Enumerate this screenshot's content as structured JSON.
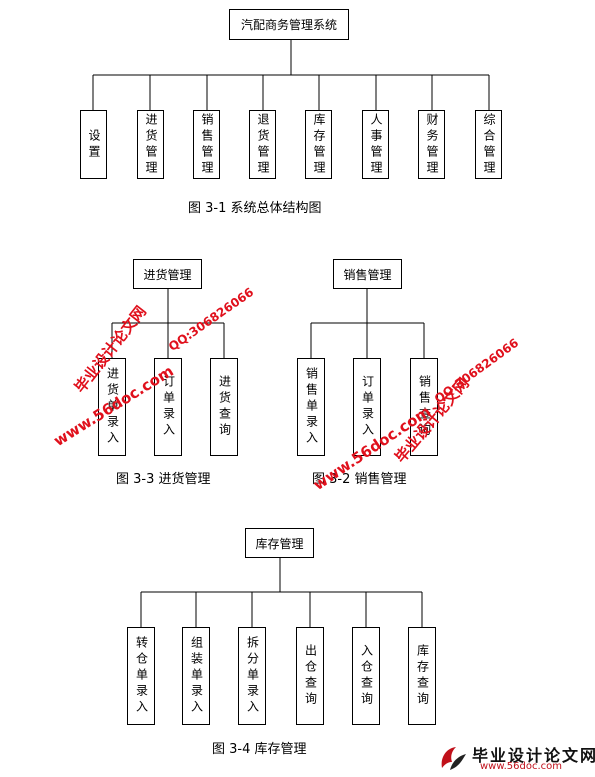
{
  "diagram1": {
    "root": "汽配商务管理系统",
    "children": [
      "设置",
      "进货管理",
      "销售管理",
      "退货管理",
      "库存管理",
      "人事管理",
      "财务管理",
      "综合管理"
    ],
    "caption": "图 3-1  系统总体结构图"
  },
  "diagram2": {
    "root": "进货管理",
    "children": [
      "进货单录入",
      "订单录入",
      "进货查询"
    ],
    "caption": "图 3-3 进货管理"
  },
  "diagram3": {
    "root": "销售管理",
    "children": [
      "销售单录入",
      "订单录入",
      "销售查询"
    ],
    "caption": "图 3-2 销售管理"
  },
  "diagram4": {
    "root": "库存管理",
    "children": [
      "转仓单录入",
      "组装单录入",
      "拆分单录入",
      "出仓查询",
      "入仓查询",
      "库存查询"
    ],
    "caption": "图 3-4  库存管理"
  },
  "watermark": {
    "site_cn": "毕业设计论文网",
    "url": "www.56doc.com",
    "qq": "QQ:306826066",
    "color": "#e0101c"
  },
  "logo": {
    "text": "毕业设计论文网",
    "url": "www.56doc.com"
  }
}
